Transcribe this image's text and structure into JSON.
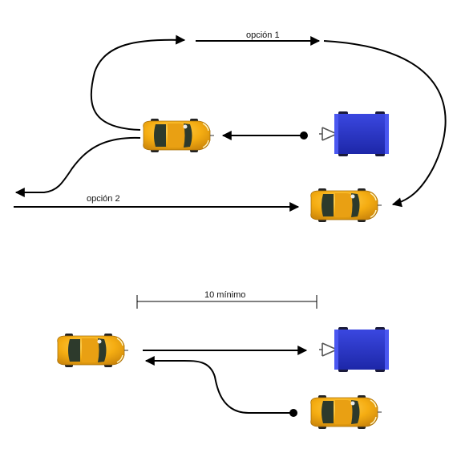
{
  "labels": {
    "option1": "opción 1",
    "option2": "opción 2",
    "min_distance": "10 mínimo"
  },
  "colors": {
    "car_body": "#f2a80f",
    "car_glass": "#2d3a2c",
    "trailer": "#2633c9",
    "line": "#000000"
  },
  "icons": {
    "car": "car-top-view-icon",
    "trailer": "trailer-top-view-icon"
  }
}
